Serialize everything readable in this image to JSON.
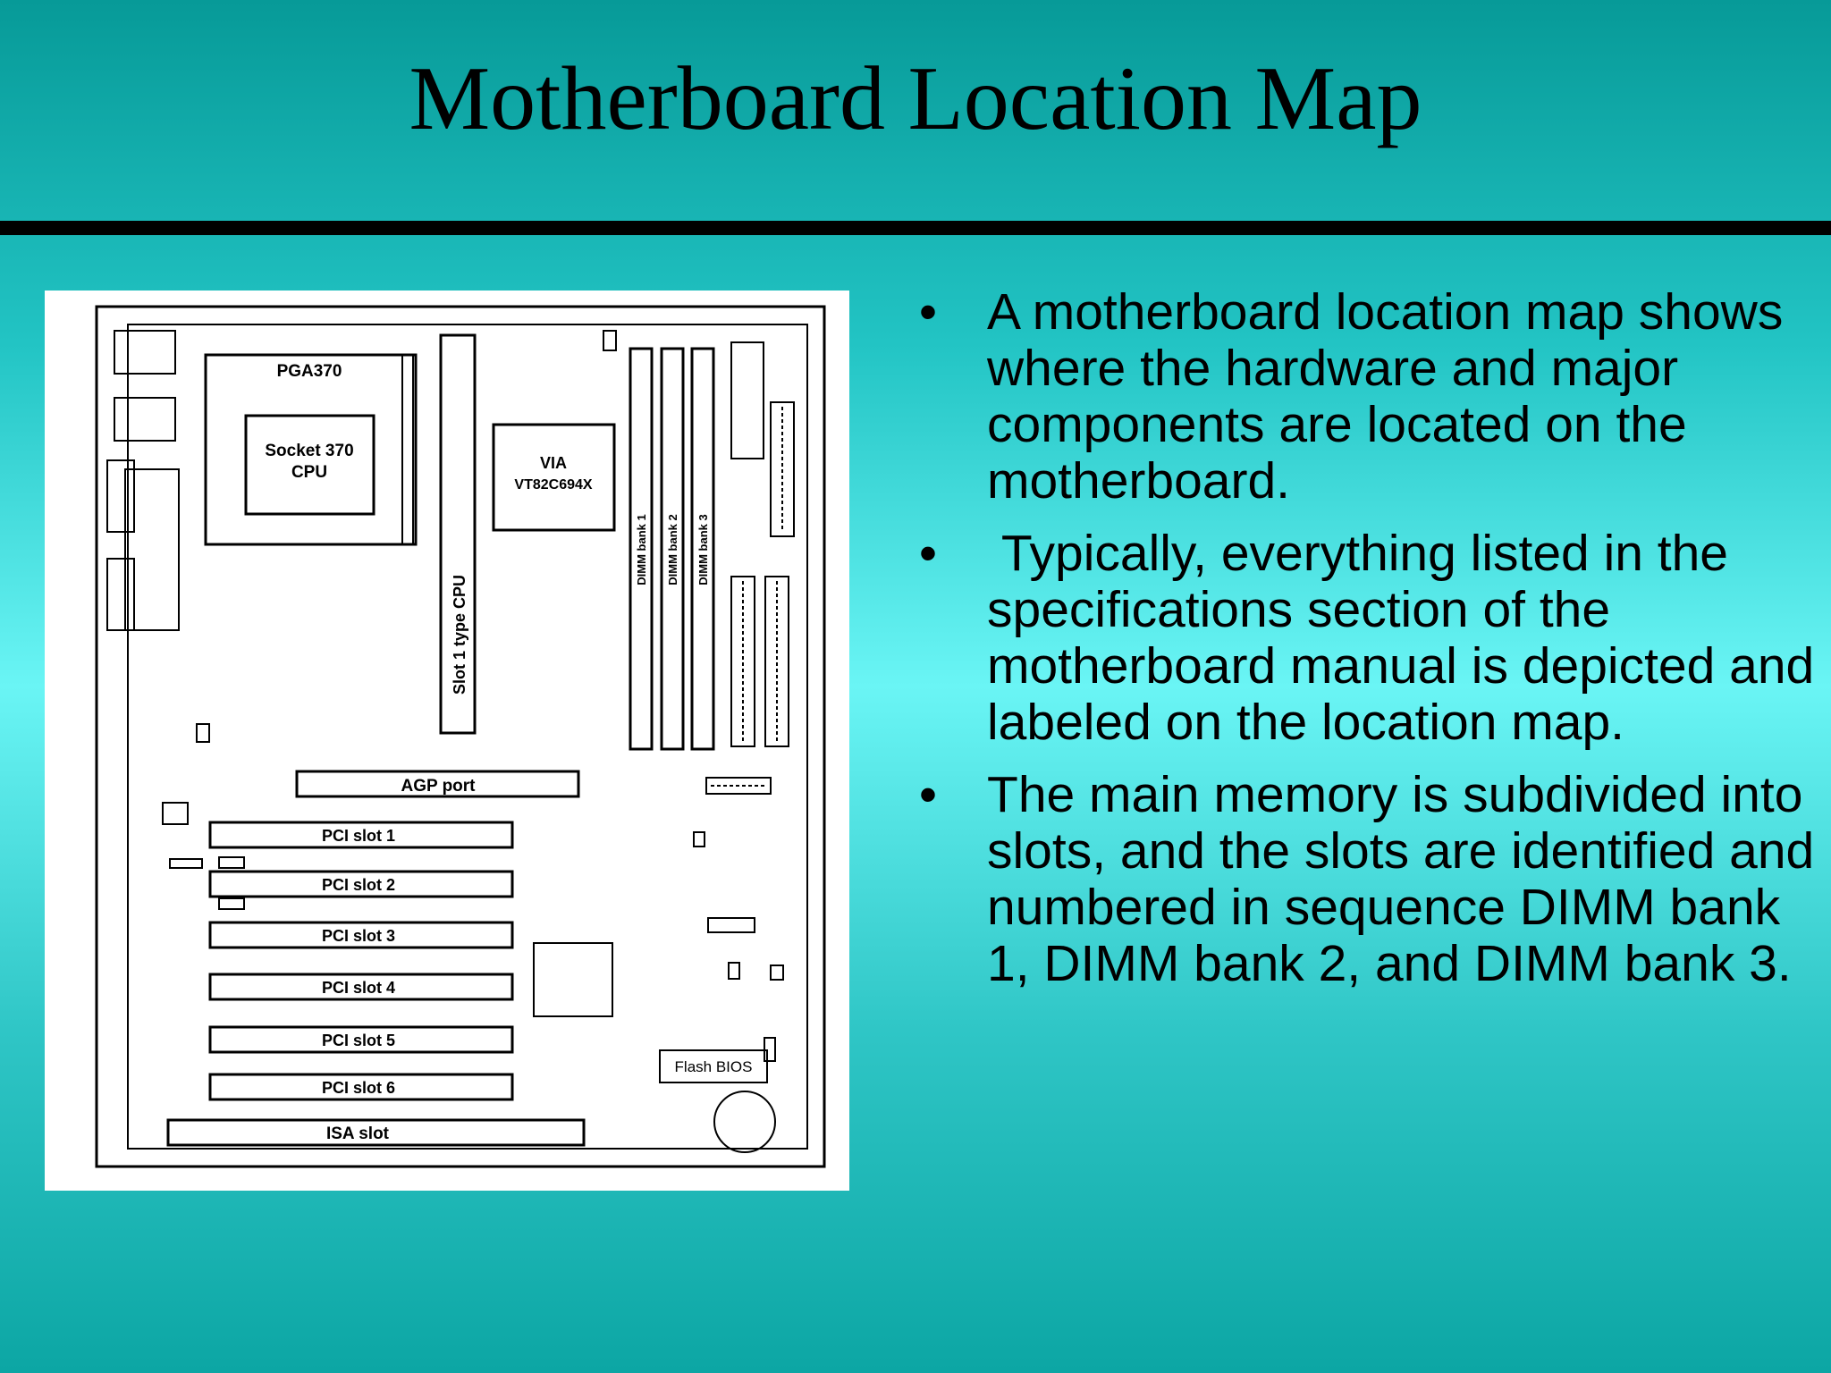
{
  "slide": {
    "title": "Motherboard Location Map",
    "bullets": [
      "A motherboard location map shows where the hardware and major components are located on the motherboard.",
      " Typically, everything listed in the specifications section of the motherboard manual is depicted and labeled on the location map.",
      "The main memory is subdivided into slots, and the slots are identified and numbered in sequence DIMM bank 1, DIMM bank 2, and DIMM bank 3."
    ]
  },
  "diagram": {
    "pga370": "PGA370",
    "socket_line1": "Socket 370",
    "socket_line2": "CPU",
    "slot1": "Slot 1 type CPU",
    "via_line1": "VIA",
    "via_line2": "VT82C694X",
    "dimm1": "DIMM bank 1",
    "dimm2": "DIMM bank 2",
    "dimm3": "DIMM bank 3",
    "agp": "AGP port",
    "pci": [
      "PCI slot 1",
      "PCI slot 2",
      "PCI slot 3",
      "PCI slot 4",
      "PCI slot 5",
      "PCI slot 6"
    ],
    "isa": "ISA slot",
    "flash": "Flash BIOS"
  }
}
